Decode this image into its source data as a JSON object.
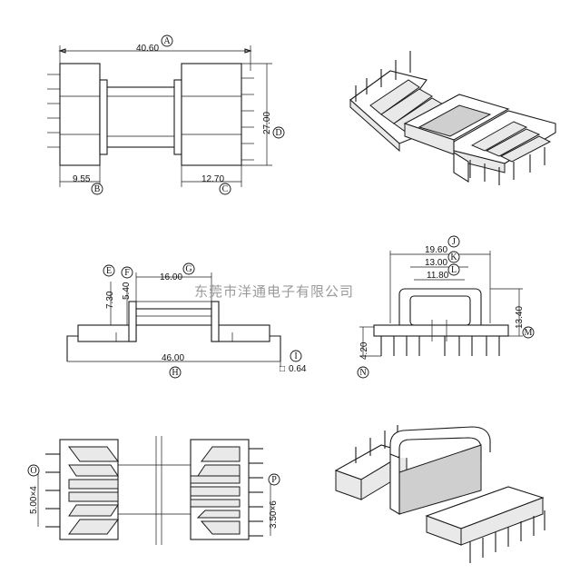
{
  "watermark": "东莞市洋通电子有限公司",
  "callouts": [
    "A",
    "B",
    "C",
    "D",
    "E",
    "F",
    "G",
    "H",
    "I",
    "J",
    "K",
    "L",
    "M",
    "N",
    "O",
    "P"
  ],
  "dimensions": {
    "A": "40.60",
    "B": "9.55",
    "C": "12.70",
    "D": "27.00",
    "E": "7.30",
    "F": "5.40",
    "G": "16.00",
    "H": "46.00",
    "I": "0.64",
    "J": "19.60",
    "K": "13.00",
    "L": "11.80",
    "M": "13.40",
    "N": "4.20",
    "O": "5.00×4",
    "P": "3.50×6"
  },
  "symbols": {
    "square_pin": "□"
  }
}
